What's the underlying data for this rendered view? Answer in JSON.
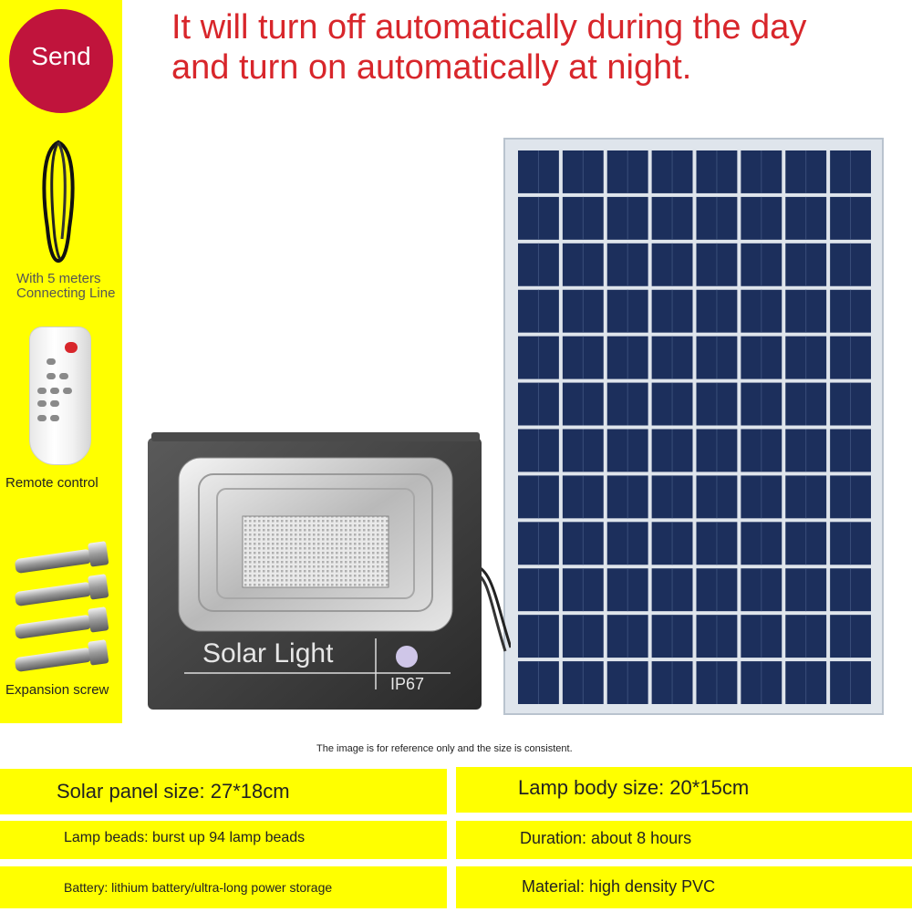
{
  "send_badge": "Send",
  "headline": "It will turn off automatically during the day and turn on automatically at night.",
  "accessories": {
    "cable_label": "With 5 meters Connecting Line",
    "remote_label": "Remote control",
    "screw_label": "Expansion screw"
  },
  "lamp": {
    "brand_text": "Solar Light",
    "rating": "IP67"
  },
  "note": "The image is for reference only and the size is consistent.",
  "specs": {
    "solar_panel_size": "Solar panel size: 27*18cm",
    "lamp_body_size": "Lamp body size: 20*15cm",
    "lamp_beads": "Lamp beads: burst up 94 lamp beads",
    "duration": "Duration: about 8 hours",
    "battery": "Battery: lithium battery/ultra-long power storage",
    "material": "Material: high density PVC"
  },
  "colors": {
    "accent_yellow": "#ffff00",
    "headline_red": "#d8262b",
    "badge_red": "#c0143c",
    "panel_cell_blue": "#1c2f5c"
  },
  "icons": [
    "cable-icon",
    "remote-control-icon",
    "expansion-screw-icon",
    "solar-panel-icon",
    "flood-lamp-icon"
  ]
}
